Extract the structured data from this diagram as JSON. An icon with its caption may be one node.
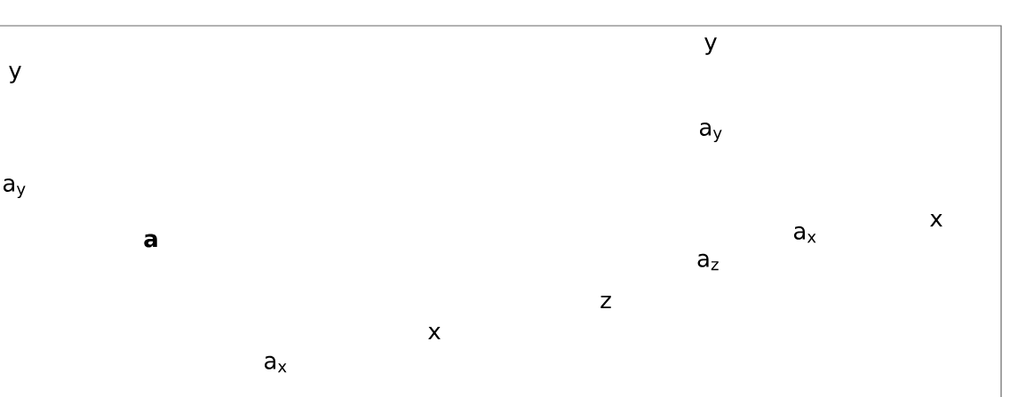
{
  "diagram": {
    "labels": [
      "y",
      "a$_{y}$",
      "a",
      "a$_{x}$",
      "x",
      "y",
      "a$_{y}$",
      "a$_{x}$",
      "x",
      "a$_{z}$",
      "z"
    ]
  }
}
